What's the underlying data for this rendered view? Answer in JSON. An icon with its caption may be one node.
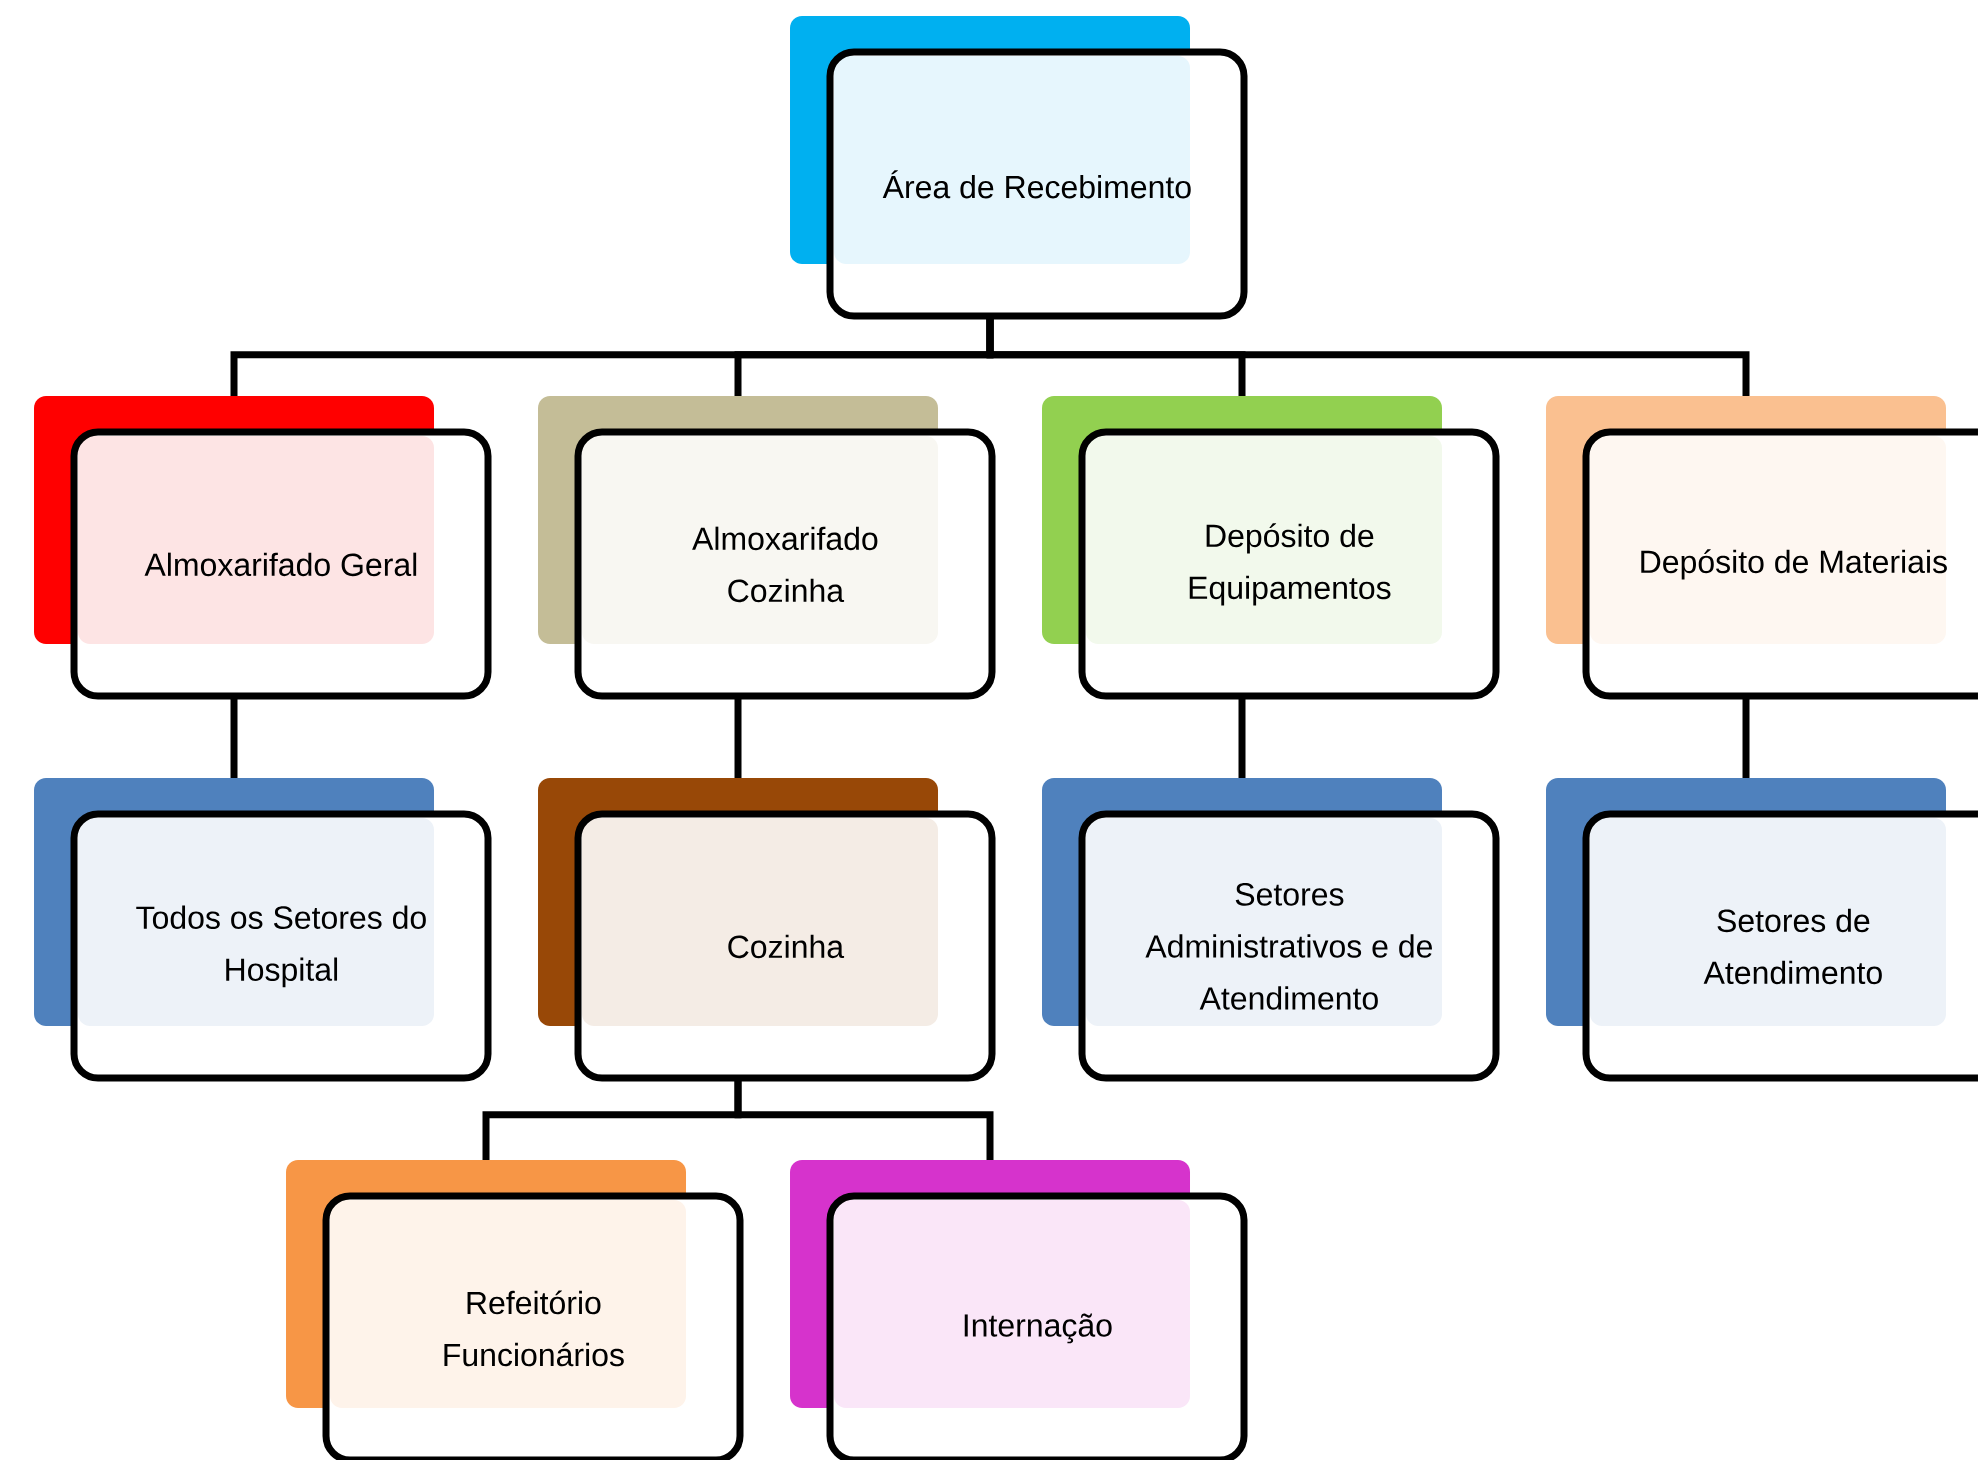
{
  "diagram": {
    "nodes": [
      {
        "text": [
          "Área de Recebimento"
        ]
      },
      {
        "text": [
          "Almoxarifado Geral"
        ]
      },
      {
        "text": [
          "Almoxarifado Cozinha"
        ]
      },
      {
        "text": [
          "Depósito de Equipamentos"
        ]
      },
      {
        "text": [
          "Depósito de Materiais"
        ]
      },
      {
        "text": [
          "Todos os Setores do Hospital"
        ]
      },
      {
        "text": [
          "Cozinha"
        ]
      },
      {
        "text": [
          "Setores Administrativos e de Atendimento"
        ]
      },
      {
        "text": [
          "Setores de Atendimento"
        ]
      },
      {
        "text": [
          "Refeitório Funcionários"
        ]
      },
      {
        "text": [
          "Internação"
        ]
      }
    ],
    "edges": [
      {
        "from": 0,
        "to": 1,
        "arrow": "none"
      },
      {
        "from": 0,
        "to": 2,
        "arrow": "none"
      },
      {
        "from": 0,
        "to": 3,
        "arrow": "none"
      },
      {
        "from": 0,
        "to": 4,
        "arrow": "none"
      },
      {
        "from": 1,
        "to": 5,
        "arrow": "none"
      },
      {
        "from": 2,
        "to": 6,
        "arrow": "none"
      },
      {
        "from": 3,
        "to": 7,
        "arrow": "none"
      },
      {
        "from": 4,
        "to": 8,
        "arrow": "none"
      },
      {
        "from": 6,
        "to": 9,
        "arrow": "none"
      },
      {
        "from": 6,
        "to": 10,
        "arrow": "none"
      }
    ]
  }
}
